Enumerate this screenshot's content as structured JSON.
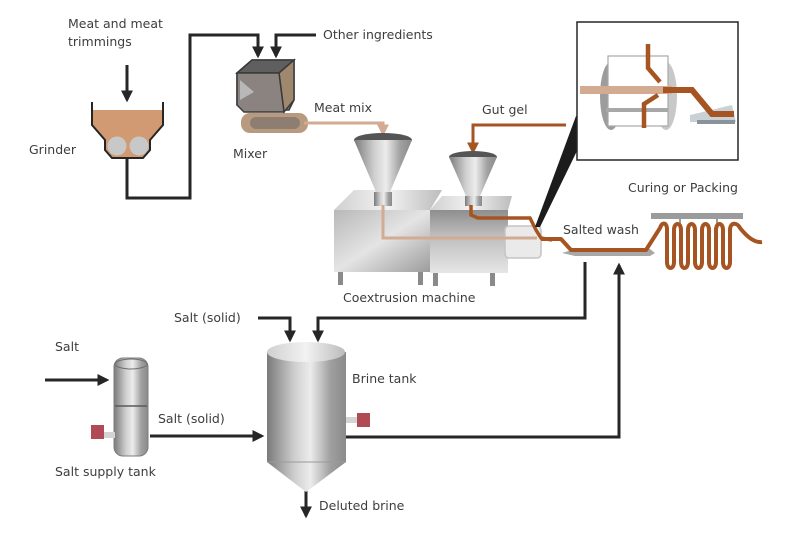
{
  "labels": {
    "meat_line1": "Meat and meat",
    "meat_line2": "trimmings",
    "other_ingredients": "Other ingredients",
    "grinder": "Grinder",
    "mixer": "Mixer",
    "meat_mix": "Meat mix",
    "gut_gel": "Gut gel",
    "coextrusion_machine": "Coextrusion machine",
    "salted_wash": "Salted wash",
    "curing_or_packing": "Curing or Packing",
    "salt_solid_top": "Salt (solid)",
    "salt": "Salt",
    "salt_solid_side": "Salt (solid)",
    "salt_supply_tank": "Salt supply tank",
    "brine_tank": "Brine tank",
    "deluted_brine": "Deluted brine"
  },
  "colors": {
    "flow_line": "#262626",
    "meat": "#d19a72",
    "meat_mix": "#d3ab92",
    "casing": "#a65522",
    "valve": "#b04a55",
    "steel_dark": "#6e6e6e",
    "steel_light": "#d8d8d8"
  }
}
